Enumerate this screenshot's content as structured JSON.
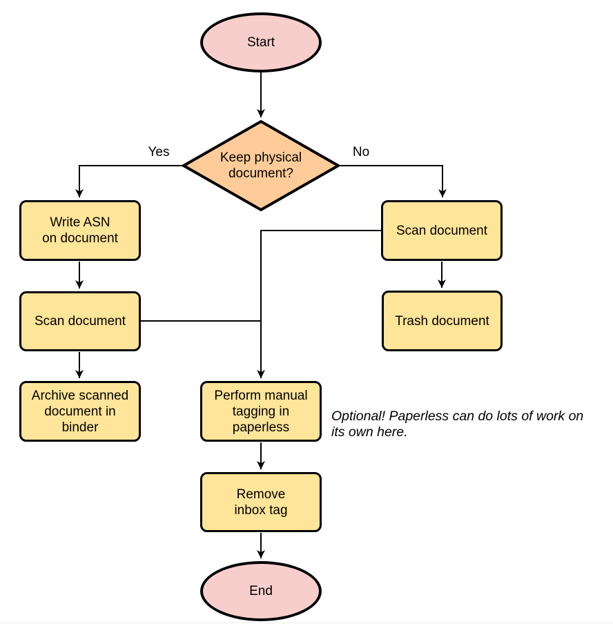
{
  "diagram": {
    "title_hint": "Paperless document intake flowchart",
    "colors": {
      "terminal_fill": "#f8cecc",
      "decision_fill": "#ffcc99",
      "process_fill": "#ffe599",
      "stroke": "#000000",
      "page_rule": "#ececec"
    },
    "nodes": {
      "start": {
        "type": "terminal",
        "label": "Start"
      },
      "decision": {
        "type": "decision",
        "label": "Keep physical\ndocument?"
      },
      "write_asn": {
        "type": "process",
        "label": "Write ASN\non document"
      },
      "scan_left": {
        "type": "process",
        "label": "Scan document"
      },
      "archive": {
        "type": "process",
        "label": "Archive scanned\ndocument in\nbinder"
      },
      "scan_right": {
        "type": "process",
        "label": "Scan document"
      },
      "trash": {
        "type": "process",
        "label": "Trash document"
      },
      "tagging": {
        "type": "process",
        "label": "Perform manual\ntagging in\npaperless"
      },
      "remove_inbox": {
        "type": "process",
        "label": "Remove\ninbox tag"
      },
      "end": {
        "type": "terminal",
        "label": "End"
      }
    },
    "edge_labels": {
      "yes": "Yes",
      "no": "No"
    },
    "annotation": "Optional! Paperless can do lots of work on\nits own here."
  }
}
